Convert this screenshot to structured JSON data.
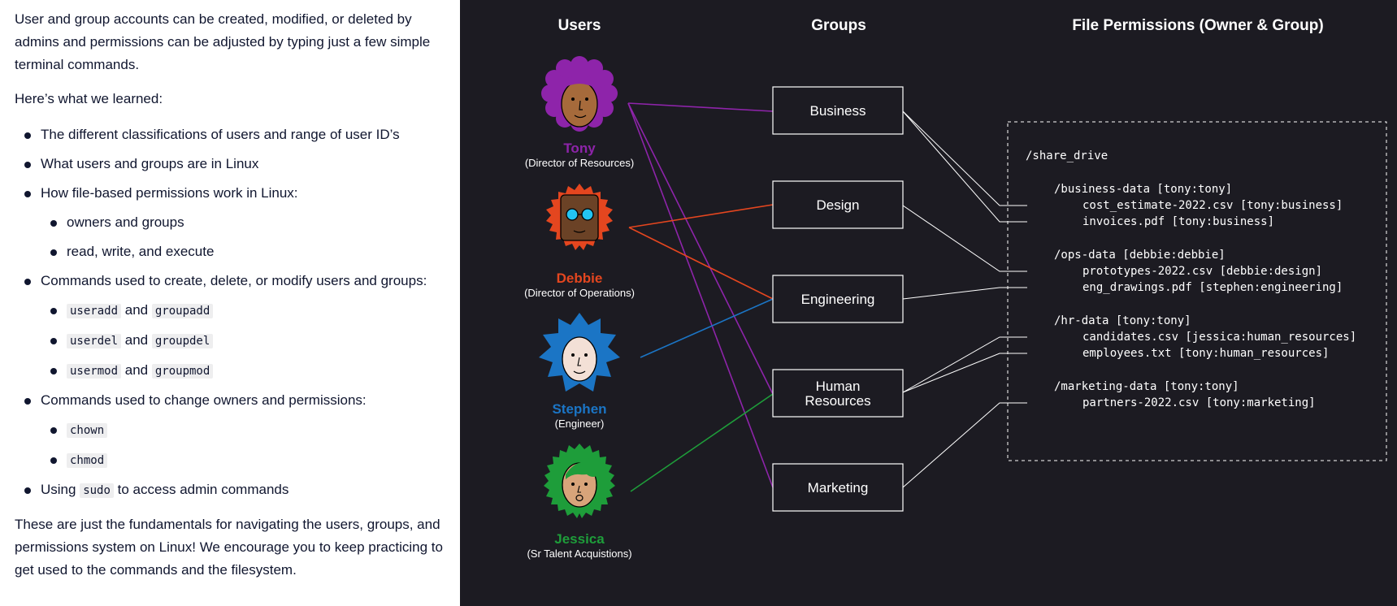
{
  "article": {
    "intro": "User and group accounts can be created, modified, or deleted by admins and permissions can be adjusted by typing just a few simple terminal commands.",
    "learned_heading": "Here’s what we learned:",
    "bullets": {
      "classifications": "The different classifications of users and range of user ID’s",
      "users_groups": "What users and groups are in Linux",
      "file_perms": "How file-based permissions work in Linux:",
      "owners_groups": "owners and groups",
      "rwx": "read, write, and execute",
      "commands_users": "Commands used to create, delete, or modify users and groups:",
      "useradd": "useradd",
      "groupadd": "groupadd",
      "userdel": "userdel",
      "groupdel": "groupdel",
      "usermod": "usermod",
      "groupmod": "groupmod",
      "and": "and",
      "commands_owners": "Commands used to change owners and permissions:",
      "chown": "chown",
      "chmod": "chmod",
      "using": "Using",
      "sudo": "sudo",
      "sudo_suffix": "to access admin commands"
    },
    "conclusion": "These are just the fundamentals for navigating the users, groups, and permissions system on Linux! We encourage you to keep practicing to get used to the commands and the filesystem."
  },
  "diagram": {
    "headers": {
      "users": "Users",
      "groups": "Groups",
      "permissions": "File Permissions (Owner & Group)"
    },
    "users": [
      {
        "name": "Tony",
        "role": "(Director of Resources)",
        "color": "#8e24aa"
      },
      {
        "name": "Debbie",
        "role": "(Director of Operations)",
        "color": "#e4461f"
      },
      {
        "name": "Stephen",
        "role": "(Engineer)",
        "color": "#1b75c5"
      },
      {
        "name": "Jessica",
        "role": "(Sr Talent Acquistions)",
        "color": "#1e9d3a"
      }
    ],
    "groups": [
      "Business",
      "Design",
      "Engineering",
      "Human",
      "Resources",
      "Marketing"
    ],
    "files": {
      "root": "/share_drive",
      "business_dir": "/business-data [tony:tony]",
      "business_f1": "cost_estimate-2022.csv [tony:business]",
      "business_f2": "invoices.pdf [tony:business]",
      "ops_dir": "/ops-data [debbie:debbie]",
      "ops_f1": "prototypes-2022.csv [debbie:design]",
      "ops_f2": "eng_drawings.pdf [stephen:engineering]",
      "hr_dir": "/hr-data [tony:tony]",
      "hr_f1": "candidates.csv [jessica:human_resources]",
      "hr_f2": "employees.txt [tony:human_resources]",
      "mkt_dir": "/marketing-data [tony:tony]",
      "mkt_f1": "partners-2022.csv [tony:marketing]"
    },
    "colors": {
      "background": "#1c1b22",
      "lines": "#ffffff",
      "text": "#ffffff"
    }
  }
}
